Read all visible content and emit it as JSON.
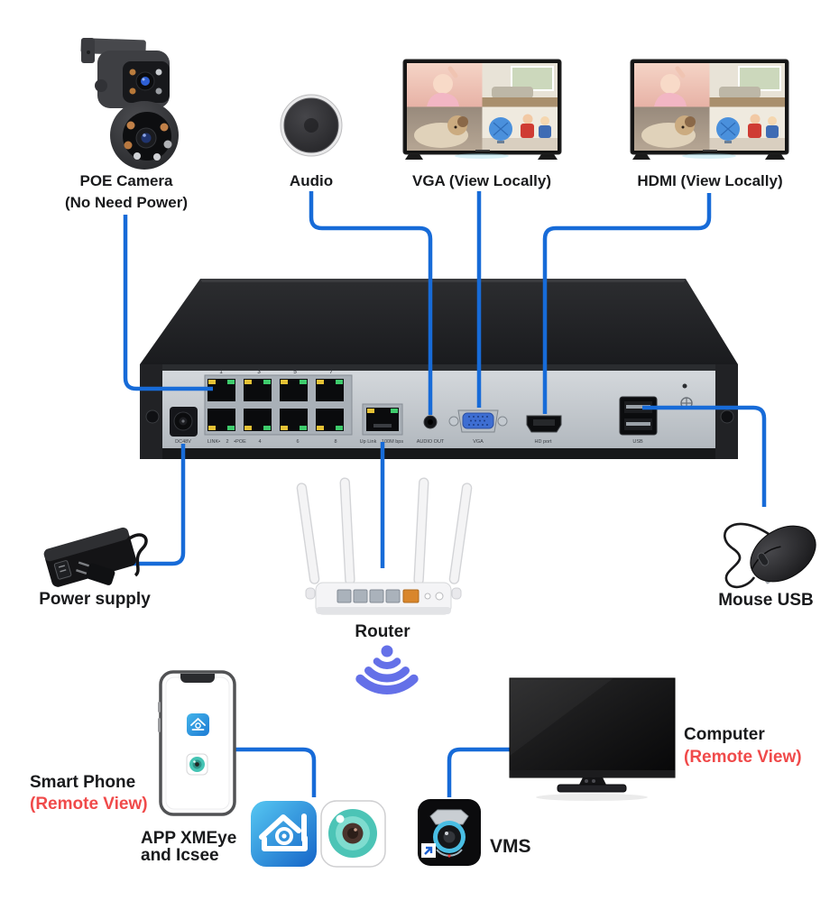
{
  "diagram": {
    "colors": {
      "line": "#176BD8",
      "wifi": "#6470E8",
      "red_text": "#F04A4A",
      "text": "#191A1C"
    },
    "labels": {
      "camera1": "POE Camera",
      "camera2": "(No Need Power)",
      "audio": "Audio",
      "vga_tv": "VGA (View Locally)",
      "hdmi_tv": "HDMI (View Locally)",
      "power": "Power supply",
      "router": "Router",
      "mouse": "Mouse USB",
      "phone1": "Smart Phone",
      "phone2": "(Remote View)",
      "apps1": "APP XMEye",
      "apps2": "and Icsee",
      "vms": "VMS",
      "computer1": "Computer",
      "computer2": "(Remote View)"
    },
    "nvr": {
      "n1": "1",
      "n3": "3",
      "n5": "5",
      "n7": "7",
      "link": "LINK•",
      "n2": "2",
      "poe": "•POE",
      "n4": "4",
      "n6": "6",
      "n8": "8",
      "dc": "DC48V",
      "uplink1": "Up Link",
      "uplink2": "100M bps",
      "audio_out": "AUDIO OUT",
      "vga": "VGA",
      "hd": "HD port",
      "usb": "USB"
    }
  }
}
